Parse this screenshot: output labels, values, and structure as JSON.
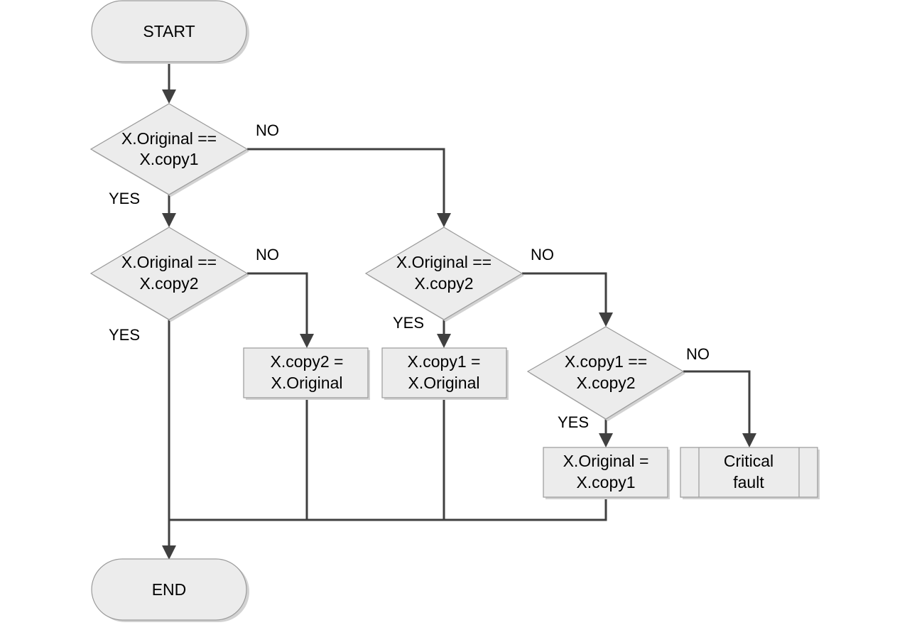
{
  "nodes": {
    "start": {
      "text": "START"
    },
    "d1": {
      "line1": "X.Original ==",
      "line2": "X.copy1"
    },
    "d2": {
      "line1": "X.Original ==",
      "line2": "X.copy2"
    },
    "d3": {
      "line1": "X.Original ==",
      "line2": "X.copy2"
    },
    "d4": {
      "line1": "X.copy1 ==",
      "line2": "X.copy2"
    },
    "p1": {
      "line1": "X.copy2 =",
      "line2": "X.Original"
    },
    "p2": {
      "line1": "X.copy1 =",
      "line2": "X.Original"
    },
    "p3": {
      "line1": "X.Original =",
      "line2": "X.copy1"
    },
    "fault": {
      "line1": "Critical",
      "line2": "fault"
    },
    "end": {
      "text": "END"
    }
  },
  "edge_labels": {
    "d1_no": "NO",
    "d1_yes": "YES",
    "d2_no": "NO",
    "d2_yes": "YES",
    "d3_no": "NO",
    "d3_yes": "YES",
    "d4_no": "NO",
    "d4_yes": "YES"
  }
}
